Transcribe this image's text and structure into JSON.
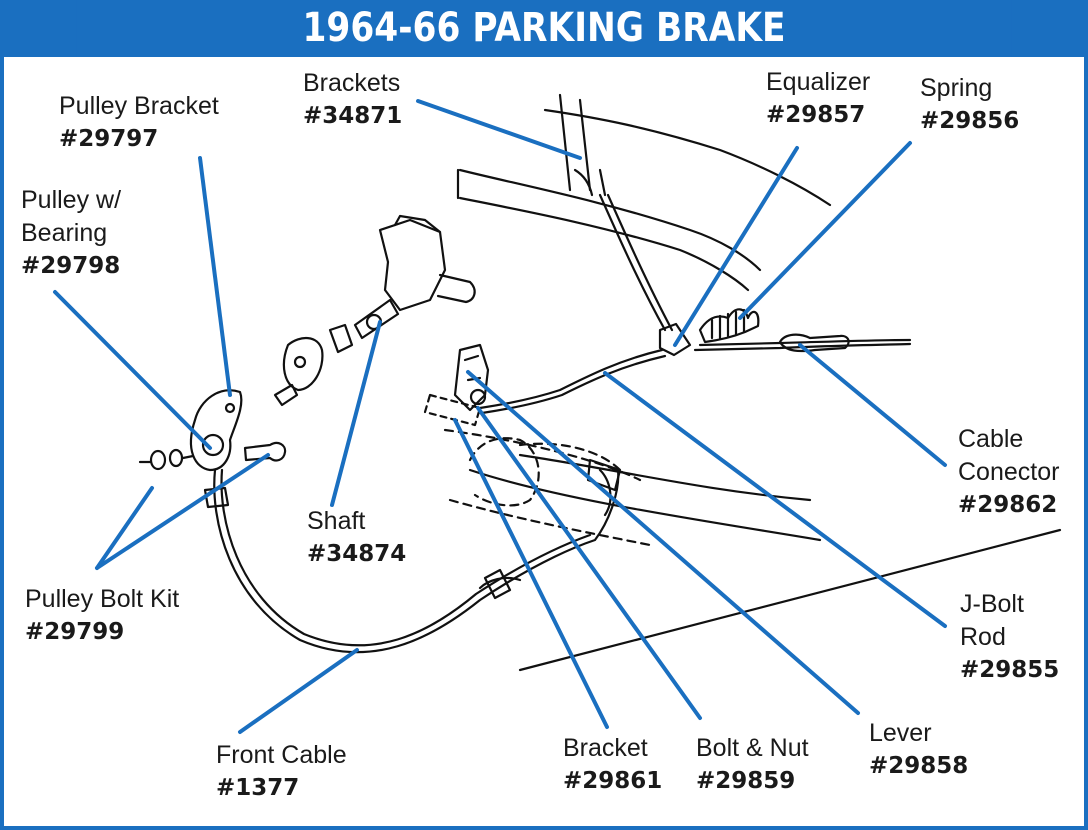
{
  "title": "1964-66 PARKING BRAKE",
  "colors": {
    "accent": "#1a6fc0",
    "line": "#1a6fc0",
    "drawing": "#111111"
  },
  "parts": {
    "brackets": {
      "name": "Brackets",
      "part": "#34871"
    },
    "equalizer": {
      "name": "Equalizer",
      "part": "#29857"
    },
    "spring": {
      "name": "Spring",
      "part": "#29856"
    },
    "pulley_bracket": {
      "name": "Pulley Bracket",
      "part": "#29797"
    },
    "pulley_bearing": {
      "name1": "Pulley w/",
      "name2": "Bearing",
      "part": "#29798"
    },
    "shaft": {
      "name": "Shaft",
      "part": "#34874"
    },
    "cable_connector": {
      "name1": "Cable",
      "name2": "Conector",
      "part": "#29862"
    },
    "pulley_bolt_kit": {
      "name": "Pulley Bolt Kit",
      "part": "#29799"
    },
    "j_bolt_rod": {
      "name1": "J-Bolt",
      "name2": "Rod",
      "part": "#29855"
    },
    "front_cable": {
      "name": "Front Cable",
      "part": "#1377"
    },
    "bracket": {
      "name": "Bracket",
      "part": "#29861"
    },
    "bolt_nut": {
      "name": "Bolt & Nut",
      "part": "#29859"
    },
    "lever": {
      "name": "Lever",
      "part": "#29858"
    }
  }
}
